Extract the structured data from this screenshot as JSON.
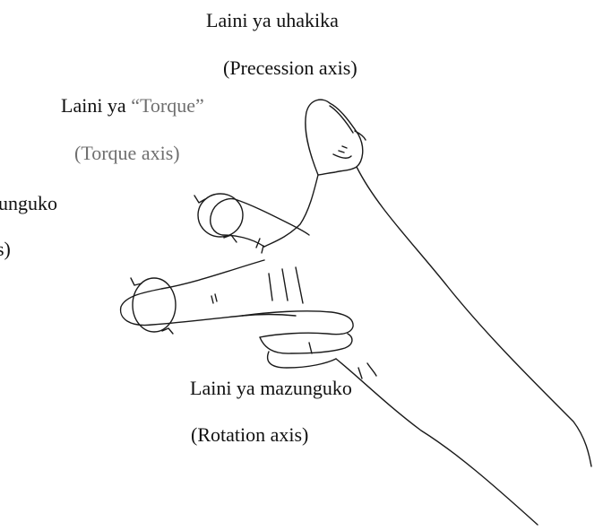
{
  "labels": {
    "precession_sw": "Laini ya uhakika",
    "precession_en": "(Precession axis)",
    "torque_prefix": "Laini ya ",
    "torque_quoted": "“Torque”",
    "torque_en": "(Torque axis)",
    "spin_sw_fragment": "unguko",
    "spin_en_fragment": "s)",
    "rotation_sw": "Laini ya mazunguko",
    "rotation_en": "(Rotation axis)"
  },
  "colors": {
    "text": "#111111",
    "torque_word": "#6f6f6f",
    "line_art": "#1a1a1a",
    "background": "#ffffff"
  }
}
